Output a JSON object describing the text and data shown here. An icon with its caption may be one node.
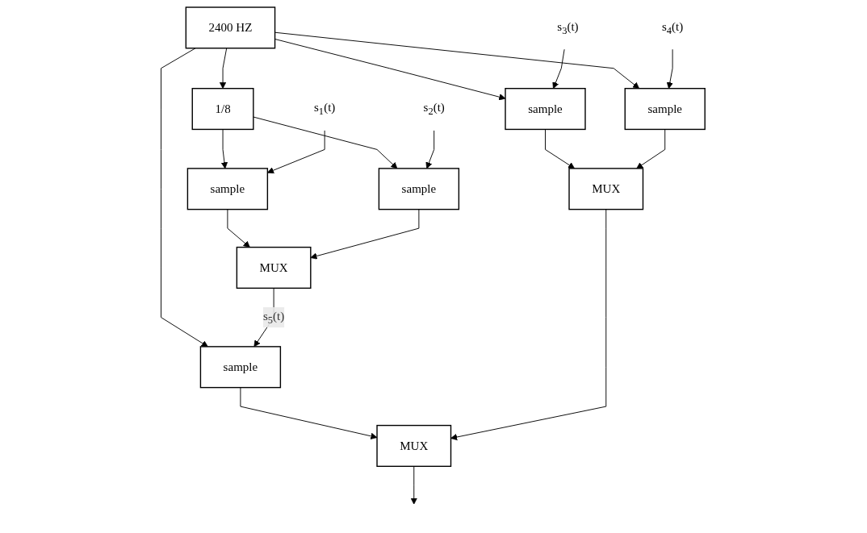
{
  "diagram": {
    "nodes": [
      {
        "text": [
          "1/8"
        ]
      },
      {
        "text": [
          "2400 HZ"
        ]
      },
      {
        "text": [
          "s$_{1}$(t)"
        ]
      },
      {
        "text": [
          "sample"
        ]
      },
      {
        "text": [
          "sample"
        ]
      },
      {
        "text": [
          "s$_{2}$(t)"
        ]
      },
      {
        "text": [
          "s$_{3}$(t)"
        ]
      },
      {
        "text": [
          "sample"
        ]
      },
      {
        "text": [
          "sample"
        ]
      },
      {
        "text": [
          "s$_{4}$(t)"
        ]
      },
      {
        "text": [
          "MUX"
        ]
      },
      {
        "text": [
          "MUX"
        ]
      },
      {
        "text": [
          "sample"
        ]
      },
      {
        "text": [
          "MUX"
        ]
      }
    ],
    "edges": [
      {
        "from": 1,
        "to": 0,
        "arrow": "to"
      },
      {
        "from": 1,
        "to": 12,
        "arrow": "to"
      },
      {
        "from": 0,
        "to": 3,
        "arrow": "to"
      },
      {
        "from": 0,
        "to": 4,
        "arrow": "to"
      },
      {
        "from": 1,
        "to": 7,
        "arrow": "to"
      },
      {
        "from": 1,
        "to": 8,
        "arrow": "to"
      },
      {
        "from": 2,
        "to": 3,
        "arrow": "to"
      },
      {
        "from": 5,
        "to": 4,
        "arrow": "to"
      },
      {
        "from": 6,
        "to": 7,
        "arrow": "to"
      },
      {
        "from": 9,
        "to": 8,
        "arrow": "to"
      },
      {
        "from": 3,
        "to": 10,
        "arrow": "to"
      },
      {
        "from": 4,
        "to": 10,
        "arrow": "to"
      },
      {
        "from": 7,
        "to": 11,
        "arrow": "to"
      },
      {
        "from": 8,
        "to": 11,
        "arrow": "to"
      },
      {
        "from": 10,
        "to": 12,
        "arrow": "to",
        "label": "s$_{5}$(t)"
      },
      {
        "from": 12,
        "to": 13,
        "arrow": "to"
      },
      {
        "from": 11,
        "to": 13,
        "arrow": "to"
      },
      {
        "from": 13,
        "to": null,
        "arrow": "to"
      }
    ]
  }
}
